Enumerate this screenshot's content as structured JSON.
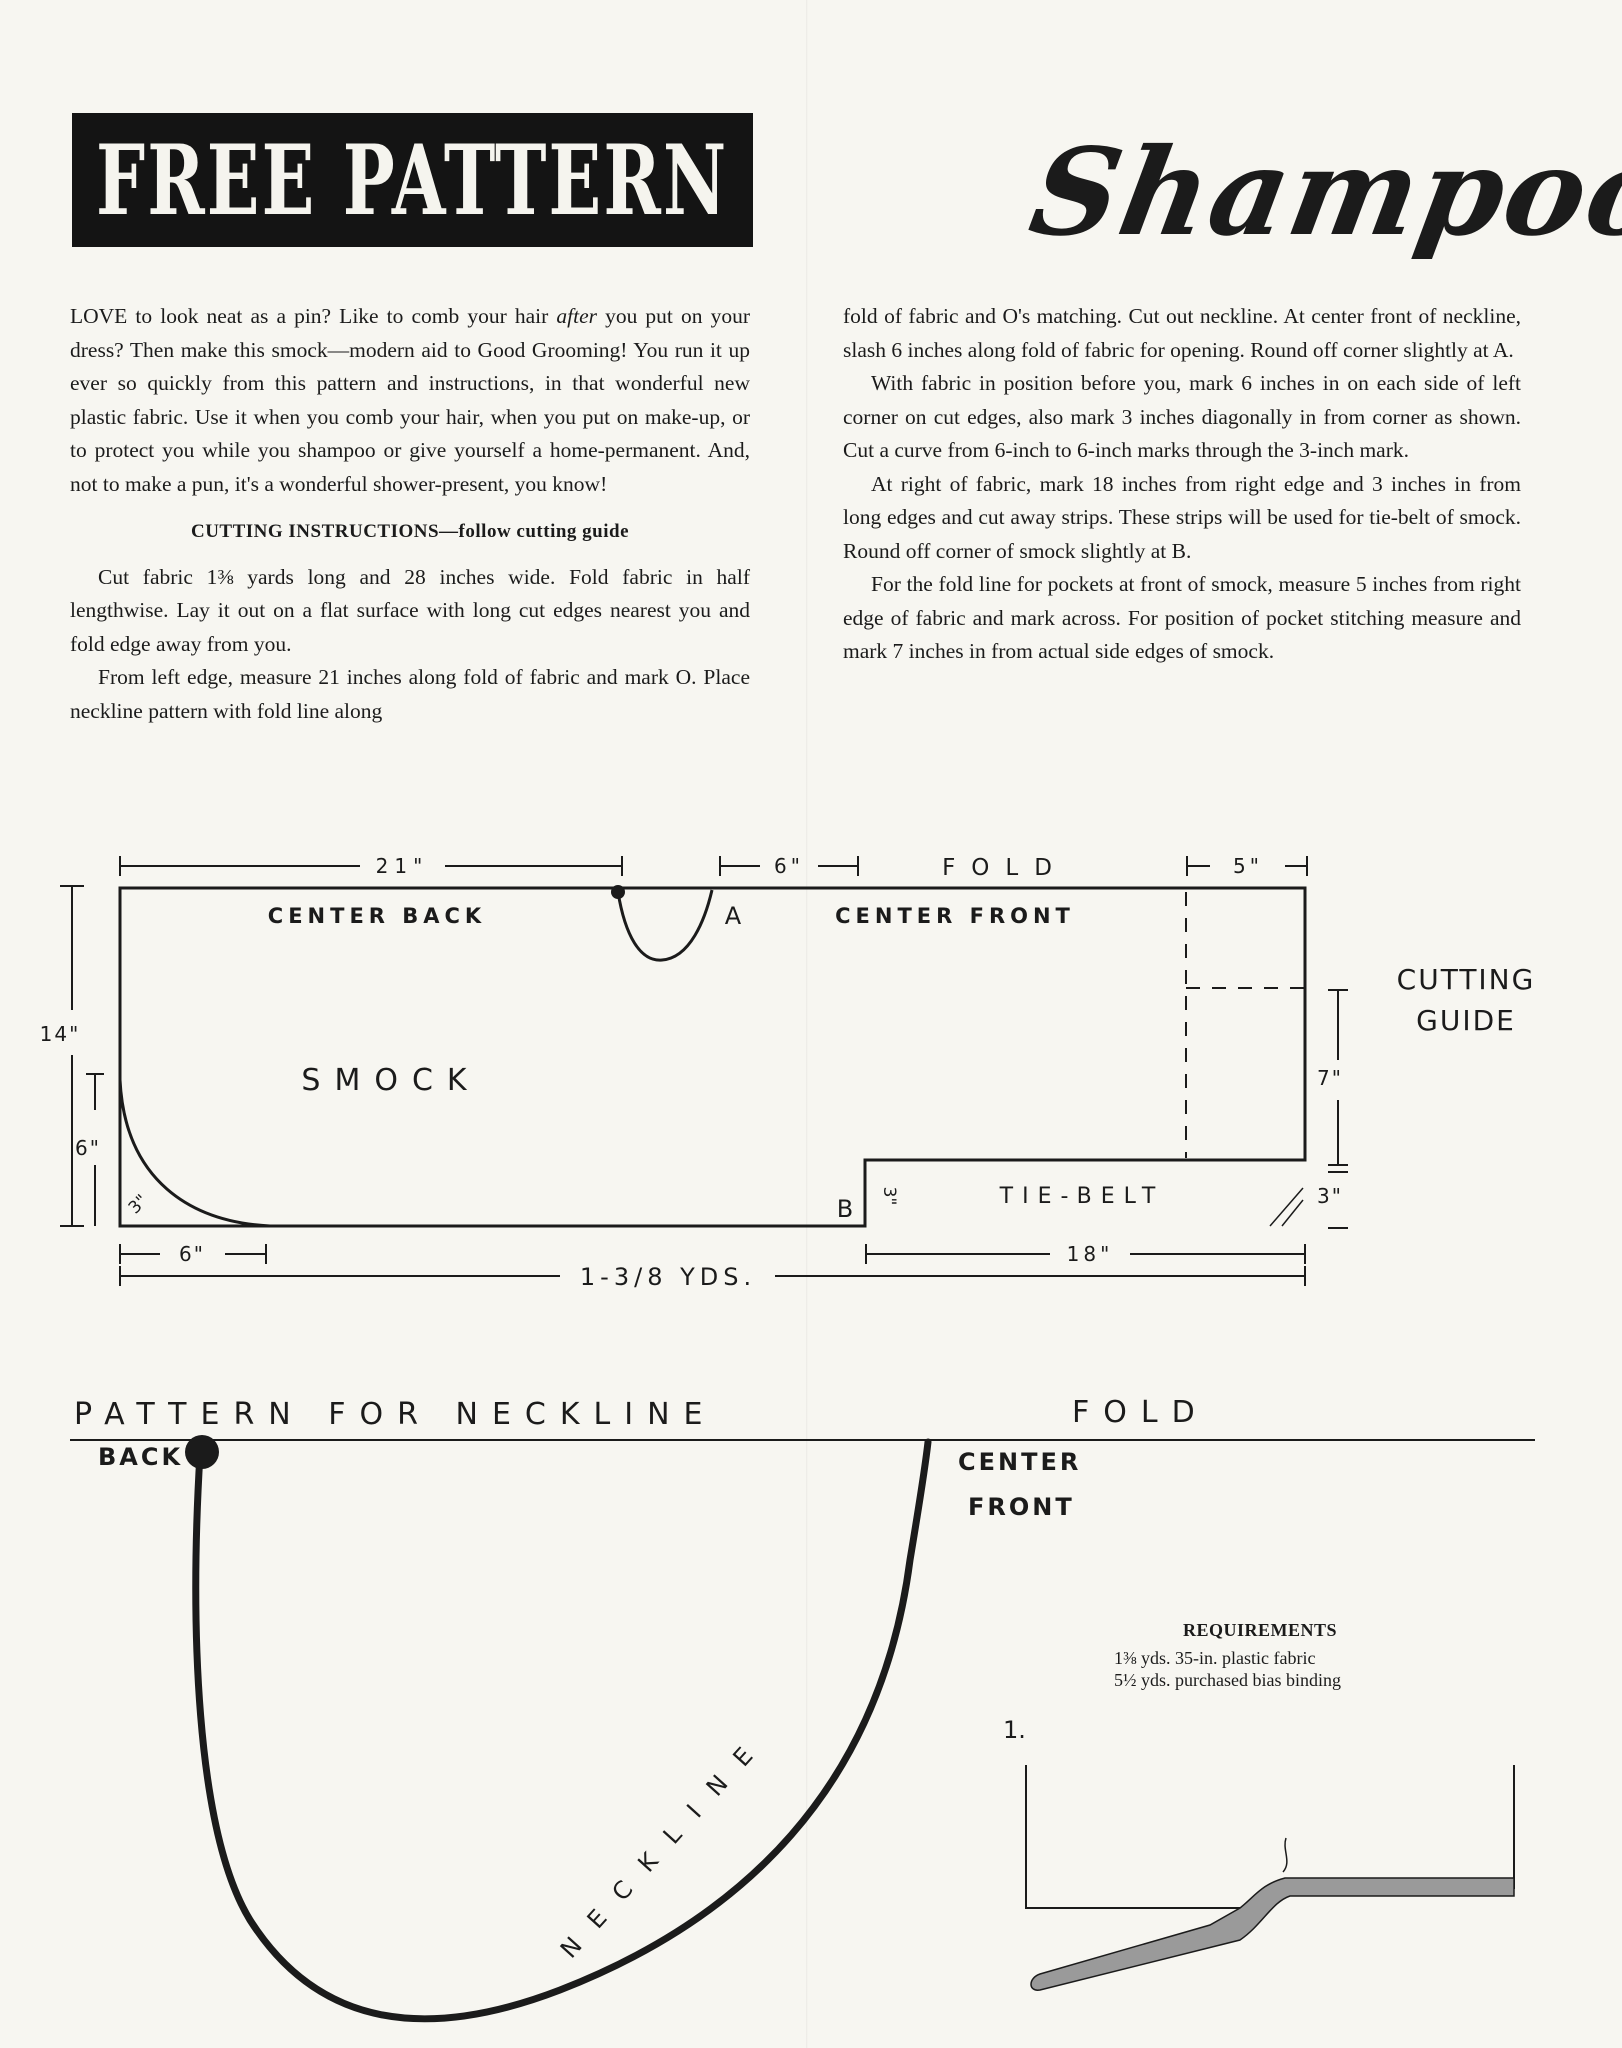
{
  "header": {
    "banner_title": "FREE PATTERN",
    "script_title": "Shampoo or"
  },
  "intro": {
    "text_before": "LOVE to look neat as a pin? Like to comb your hair ",
    "text_em": "after",
    "text_after": " you put on your dress? Then make this smock—modern aid to Good Grooming! You run it up ever so quickly from this pattern and instructions, in that wonderful new plastic fabric. Use it when you comb your hair, when you put on make-up, or to protect you while you shampoo or give yourself a home-permanent. And, not to make a pun, it's a wonderful shower-present, you know!"
  },
  "cutting": {
    "heading": "CUTTING INSTRUCTIONS—follow cutting guide",
    "para1": "Cut fabric 1⅜ yards long and 28 inches wide. Fold fabric in half lengthwise. Lay it out on a flat surface with long cut edges nearest you and fold edge away from you.",
    "para2": "From left edge, measure 21 inches along fold of fabric and mark O. Place neckline pattern with fold line along",
    "para3": "fold of fabric and O's matching. Cut out neckline. At center front of neckline, slash 6 inches along fold of fabric for opening. Round off corner slightly at A.",
    "para4": "With fabric in position before you, mark 6 inches in on each side of left corner on cut edges, also mark 3 inches diagonally in from corner as shown. Cut a curve from 6-inch to 6-inch marks through the 3-inch mark.",
    "para5": "At right of fabric, mark 18 inches from right edge and 3 inches in from long edges and cut away strips. These strips will be used for tie-belt of smock. Round off corner of smock slightly at B.",
    "para6": "For the fold line for pockets at front of smock, measure 5 inches from right edge of fabric and mark across. For position of pocket stitching measure and mark 7 inches in from actual side edges of smock."
  },
  "guide": {
    "dim_21": "21\"",
    "dim_6_top": "6\"",
    "fold": "FOLD",
    "dim_5": "5\"",
    "center_back": "CENTER BACK",
    "mark_a": "A",
    "center_front": "CENTER FRONT",
    "cutting_guide_1": "CUTTING",
    "cutting_guide_2": "GUIDE",
    "dim_14": "14\"",
    "smock": "SMOCK",
    "dim_7": "7\"",
    "dim_6_left": "6\"",
    "dim_3_corner": "3\"",
    "mark_b": "B",
    "dim_3_belt": "3\"",
    "tie_belt": "TIE-BELT",
    "dim_3_right": "3\"",
    "dim_6_bottom": "6\"",
    "dim_18": "18\"",
    "total_length": "1-3/8 YDS."
  },
  "neckline": {
    "title": "PATTERN FOR NECKLINE",
    "fold": "FOLD",
    "back": "BACK",
    "center_front_1": "CENTER",
    "center_front_2": "FRONT",
    "curve_label": "NECKLINE"
  },
  "requirements": {
    "title": "REQUIREMENTS",
    "line1": "1⅜ yds. 35-in. plastic fabric",
    "line2": "5½ yds. purchased bias binding"
  },
  "figure": {
    "number": "1."
  }
}
